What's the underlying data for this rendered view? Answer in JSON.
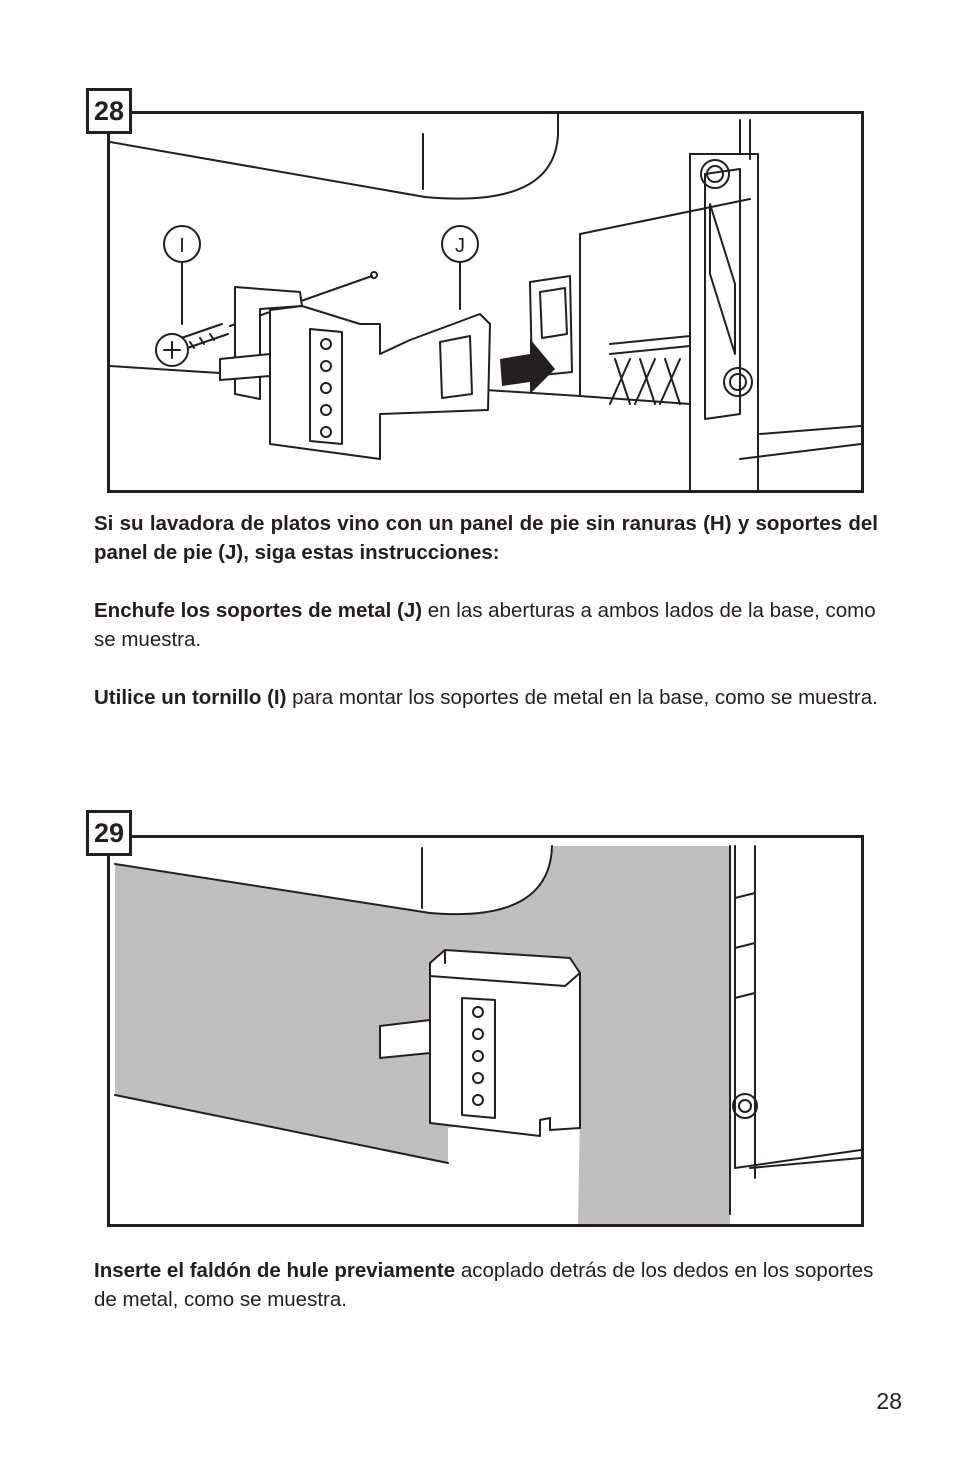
{
  "figures": [
    {
      "number": "28",
      "callouts": [
        "I",
        "J"
      ]
    },
    {
      "number": "29"
    }
  ],
  "instructions": {
    "intro": "Si su lavadora de platos vino con un panel de pie sin ranuras (H) y soportes del panel de pie (J), siga estas instrucciones:",
    "step1_bold": "Enchufe los soportes de metal (J)",
    "step1_rest": " en las aberturas a ambos lados de la base, como se muestra.",
    "step2_bold": "Utilice un tornillo (I)",
    "step2_rest": " para montar los soportes de metal en la base, como se muestra.",
    "step3_bold": "Inserte el faldón de hule previamente",
    "step3_rest": " acoplado detrás de los dedos en los soportes de metal, como se muestra."
  },
  "page_number": "28"
}
